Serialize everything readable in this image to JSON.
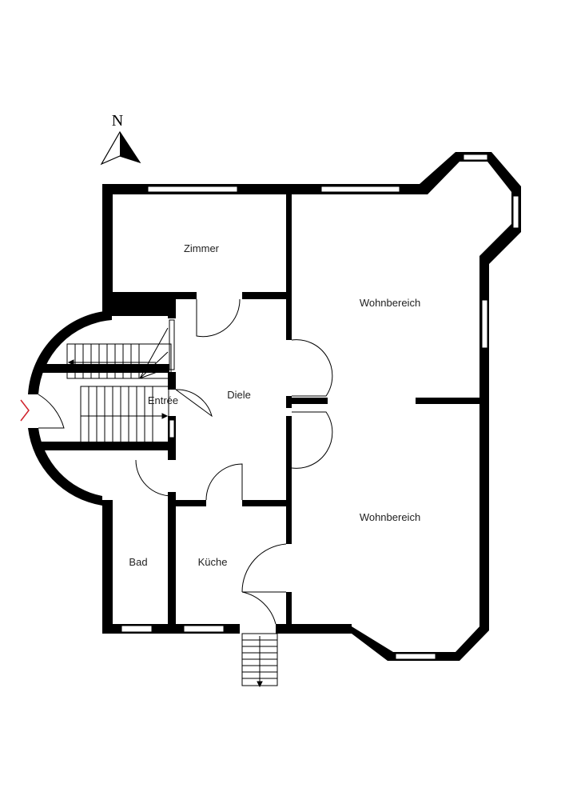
{
  "compass": {
    "label": "N"
  },
  "rooms": [
    {
      "id": "zimmer",
      "label": "Zimmer"
    },
    {
      "id": "wohnbereich-1",
      "label": "Wohnbereich"
    },
    {
      "id": "diele",
      "label": "Diele"
    },
    {
      "id": "entree",
      "label": "Entrée"
    },
    {
      "id": "wohnbereich-2",
      "label": "Wohnbereich"
    },
    {
      "id": "bad",
      "label": "Bad"
    },
    {
      "id": "kueche",
      "label": "Küche"
    }
  ],
  "colors": {
    "wall": "#000000",
    "entrance_marker": "#d0202a"
  }
}
